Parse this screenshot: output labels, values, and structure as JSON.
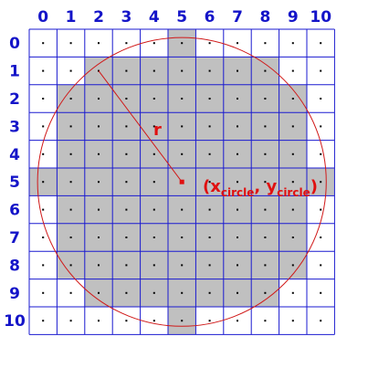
{
  "grid": {
    "columns": [
      "0",
      "1",
      "2",
      "3",
      "4",
      "5",
      "6",
      "7",
      "8",
      "9",
      "10"
    ],
    "rows": [
      "0",
      "1",
      "2",
      "3",
      "4",
      "5",
      "6",
      "7",
      "8",
      "9",
      "10"
    ],
    "filled_cells_by_row": [
      [
        5
      ],
      [
        2,
        3,
        4,
        5,
        6,
        7,
        8
      ],
      [
        1,
        2,
        3,
        4,
        5,
        6,
        7,
        8,
        9
      ],
      [
        1,
        2,
        3,
        4,
        5,
        6,
        7,
        8,
        9
      ],
      [
        1,
        2,
        3,
        4,
        5,
        6,
        7,
        8,
        9
      ],
      [
        0,
        1,
        2,
        3,
        4,
        5,
        6,
        7,
        8,
        9,
        10
      ],
      [
        1,
        2,
        3,
        4,
        5,
        6,
        7,
        8,
        9
      ],
      [
        1,
        2,
        3,
        4,
        5,
        6,
        7,
        8,
        9
      ],
      [
        1,
        2,
        3,
        4,
        5,
        6,
        7,
        8,
        9
      ],
      [
        2,
        3,
        4,
        5,
        6,
        7,
        8
      ],
      [
        5
      ]
    ]
  },
  "circle": {
    "center": [
      5,
      5
    ],
    "radius": 5.2,
    "radius_line_to": [
      2,
      1
    ]
  },
  "labels": {
    "radius": "r",
    "center_open": "(x",
    "center_sub_x": "circle",
    "center_mid": ", y",
    "center_sub_y": "circle",
    "center_close": ")"
  },
  "colors": {
    "grid_line": "#1a1ad0",
    "cell_fill": "#c0c0c0",
    "cell_empty": "#ffffff",
    "circle": "#d01818",
    "axis_text": "#1414c8",
    "dot": "#000000",
    "center_marker": "#e01010"
  }
}
